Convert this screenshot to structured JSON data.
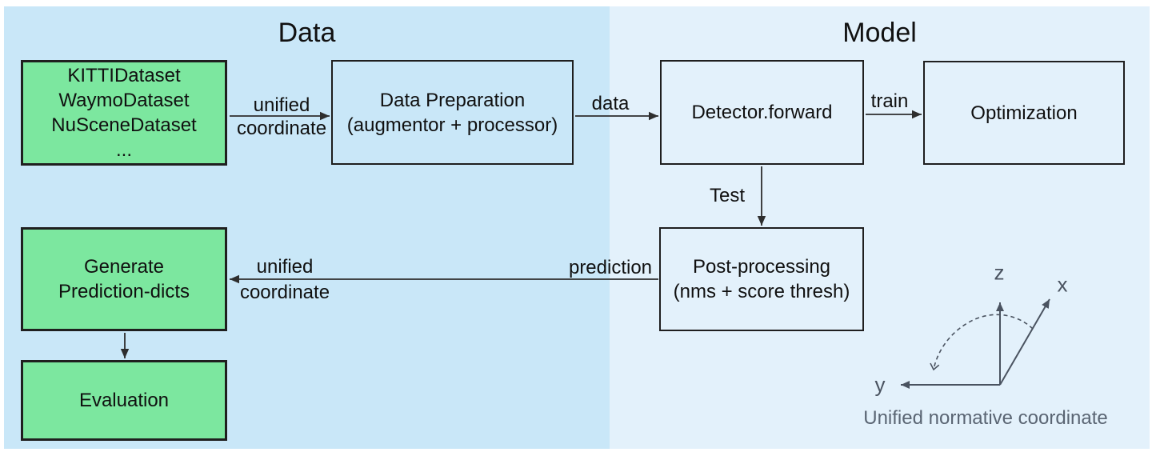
{
  "sections": {
    "data": {
      "title": "Data",
      "bg": "#c9e7f8"
    },
    "model": {
      "title": "Model",
      "bg": "#e3f1fb"
    }
  },
  "boxes": {
    "datasets": {
      "lines": [
        "KITTIDataset",
        "WaymoDataset",
        "NuSceneDataset",
        "..."
      ],
      "fill": "#7ce79f"
    },
    "data_preparation": {
      "lines": [
        "Data Preparation",
        "(augmentor + processor)"
      ]
    },
    "detector": {
      "lines": [
        "Detector.forward"
      ]
    },
    "optimization": {
      "lines": [
        "Optimization"
      ]
    },
    "post_processing": {
      "lines": [
        "Post-processing",
        "(nms + score thresh)"
      ]
    },
    "generate_prediction": {
      "lines": [
        "Generate",
        "Prediction-dicts"
      ],
      "fill": "#7ce79f"
    },
    "evaluation": {
      "lines": [
        "Evaluation"
      ],
      "fill": "#7ce79f"
    }
  },
  "edge_labels": {
    "unified_coordinate_top": {
      "line1": "unified",
      "line2": "coordinate"
    },
    "data_edge": "data",
    "train_edge": "train",
    "test_edge": "Test",
    "prediction_edge": "prediction",
    "unified_coordinate_bottom": {
      "line1": "unified",
      "line2": "coordinate"
    }
  },
  "axes": {
    "z": "z",
    "x": "x",
    "y": "y",
    "caption": "Unified normative coordinate"
  },
  "colors": {
    "edge_line": "#2e2e2e",
    "box_border": "#1f1f1f",
    "green_fill": "#7ce79f",
    "data_panel_bg": "#c9e7f8",
    "model_panel_bg": "#e3f1fb",
    "axis_gray": "#4a5360",
    "caption_gray": "#5a6573",
    "text": "#101010"
  }
}
